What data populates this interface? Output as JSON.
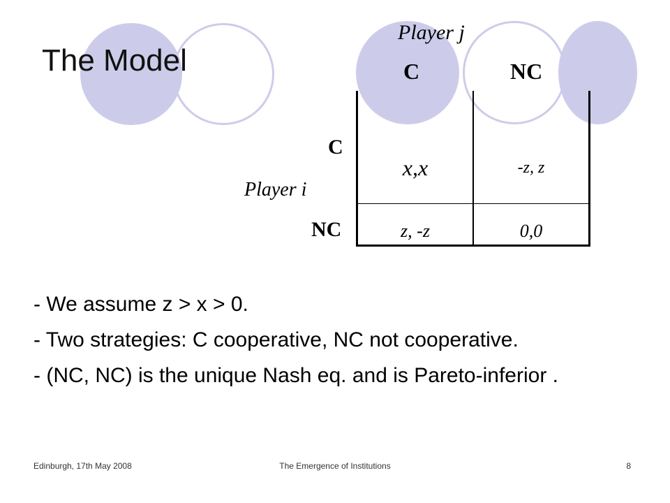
{
  "slide": {
    "title": "The Model",
    "matrix": {
      "player_j": "Player  j",
      "player_i": "Player  i",
      "col_headers": [
        "C",
        "NC"
      ],
      "row_headers": [
        "C",
        "NC"
      ],
      "cells": [
        [
          "x,x",
          "-z, z"
        ],
        [
          "z, -z",
          "0,0"
        ]
      ]
    },
    "bullets": [
      "- We assume  z > x > 0.",
      "- Two strategies:  C cooperative,  NC not cooperative.",
      "- (NC, NC) is the unique Nash eq. and is Pareto-inferior ."
    ],
    "footer": {
      "left": "Edinburgh, 17th May 2008",
      "center": "The Emergence of Institutions",
      "page_number": "8"
    },
    "colors": {
      "decor_circle": "#ccccea"
    }
  }
}
